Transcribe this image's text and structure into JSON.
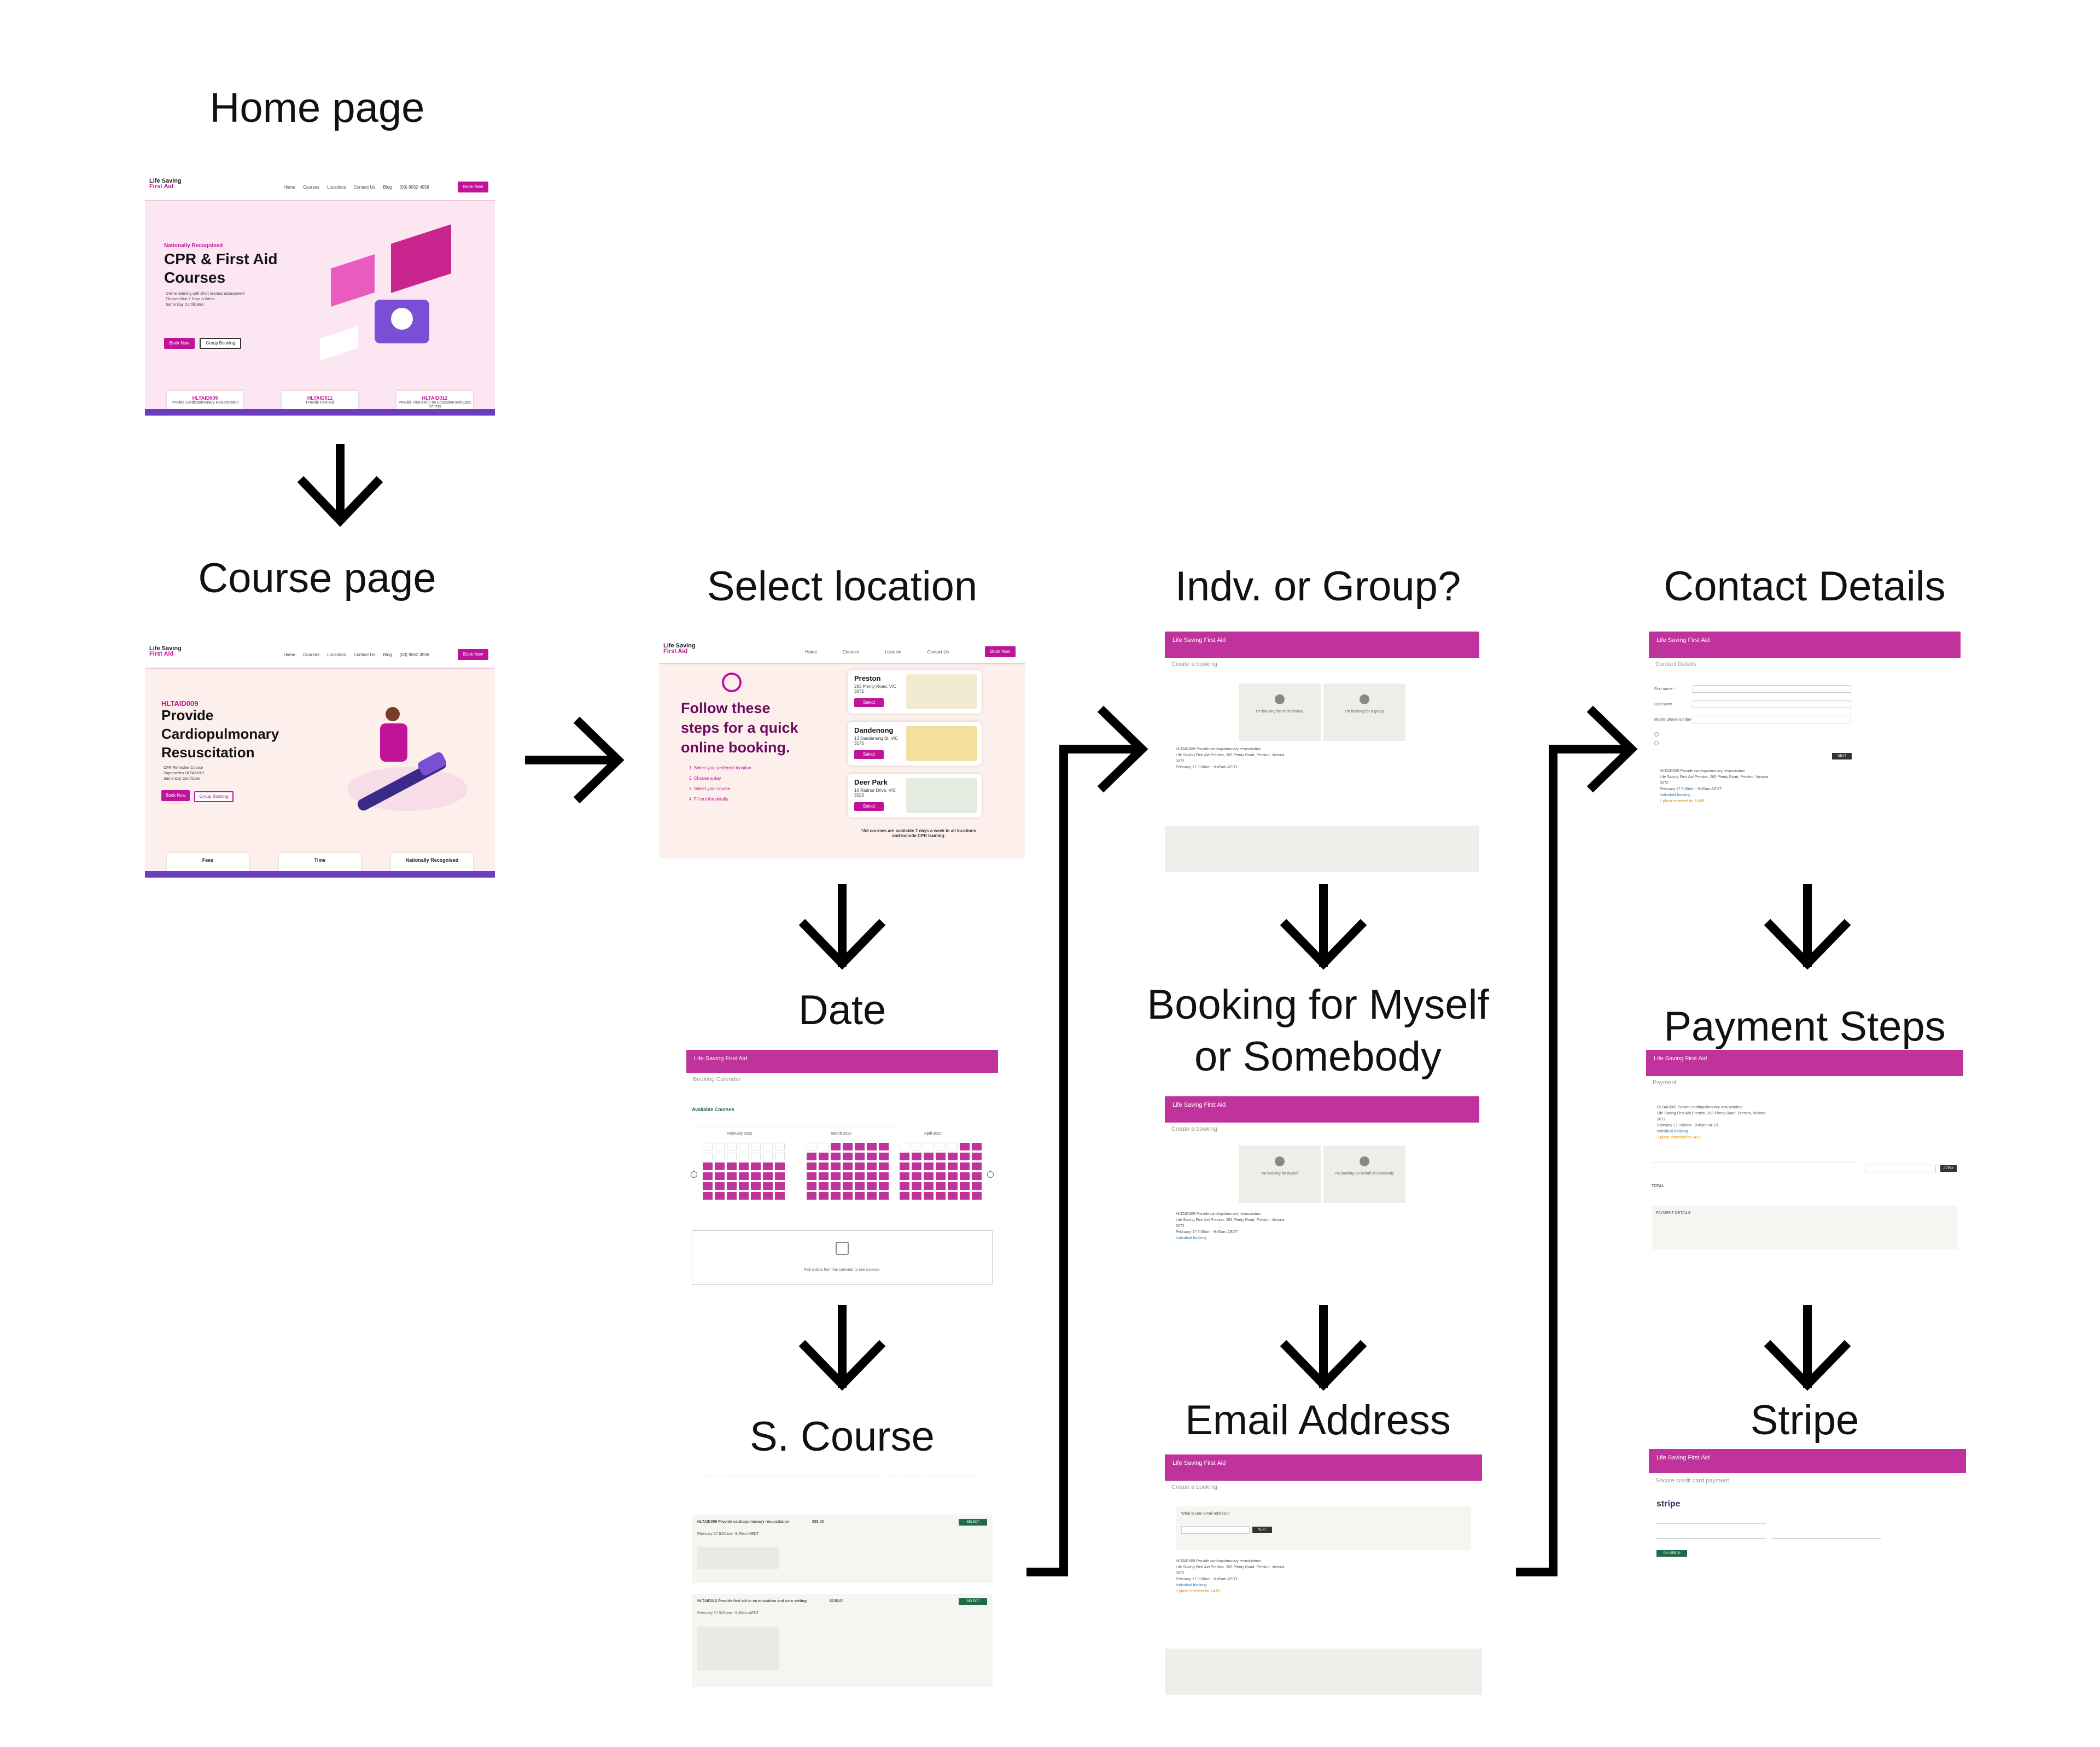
{
  "steps": {
    "home": {
      "label": "Home page"
    },
    "course": {
      "label": "Course page"
    },
    "select_location": {
      "label": "Select location"
    },
    "date": {
      "label": "Date"
    },
    "s_course": {
      "label": "S. Course"
    },
    "indv_group": {
      "label": "Indv. or Group?"
    },
    "myself_somebody": {
      "label_line1": "Booking for Myself",
      "label_line2": "or Somebody"
    },
    "email": {
      "label": "Email Address"
    },
    "contact": {
      "label": "Contact Details"
    },
    "payment": {
      "label": "Payment Steps"
    },
    "stripe": {
      "label": "Stripe"
    }
  },
  "site": {
    "logo_top": "Life Saving",
    "logo_bottom": "First Aid",
    "menu": [
      "Home",
      "Courses",
      "Locations",
      "Contact Us",
      "Blog"
    ],
    "phone": "(03) 9052 4558",
    "book_now": "Book Now",
    "group_booking": "Group Booking",
    "booking_site_header": "Life Saving First Aid"
  },
  "home_page": {
    "eyebrow": "Nationally Recognised",
    "title_line1": "CPR & First Aid",
    "title_line2": "Courses",
    "bullets": [
      "Online learning with short in-class assessment",
      "Classes Run 7 Days a Week",
      "Same Day Certificates"
    ],
    "cards": [
      {
        "code": "HLTAID009",
        "name": "Provide Cardiopulmonary Resuscitation"
      },
      {
        "code": "HLTAID011",
        "name": "Provide First Aid"
      },
      {
        "code": "HLTAID012",
        "name": "Provide First Aid in an Education and Care Setting"
      }
    ]
  },
  "course_page": {
    "code": "HLTAID009",
    "title_line1": "Provide",
    "title_line2": "Cardiopulmonary",
    "title_line3": "Resuscitation",
    "bullets": [
      "CPR Refresher Course",
      "Supersedes HLTAID001",
      "Same Day Certificate"
    ],
    "cards": [
      "Fees",
      "Time",
      "Nationally Recognised"
    ]
  },
  "location_page": {
    "menu": [
      "Home",
      "Courses",
      "Location",
      "Contact Us"
    ],
    "heading_line1": "Follow these",
    "heading_line2": "steps for a quick",
    "heading_line3": "online booking.",
    "steps": [
      "1. Select your preferred location",
      "2. Choose a day",
      "3. Select your course",
      "4. Fill out the details"
    ],
    "locations": [
      {
        "name": "Preston",
        "addr": "283 Plenty Road, VIC 3072"
      },
      {
        "name": "Dandenong",
        "addr": "13 Dandenong St, VIC 3175"
      },
      {
        "name": "Deer Park",
        "addr": "16 Radnor Drive, VIC 3023"
      }
    ],
    "select": "Select",
    "footnote": "*All courses are available 7 days a week in all locations and include CPR training."
  },
  "date_page": {
    "sub": "Booking Calendar",
    "available": "Available Courses",
    "months": [
      "February 2022",
      "March 2022",
      "April 2022"
    ],
    "empty_hint": "Pick a date from the calendar to see courses."
  },
  "s_course_page": {
    "items": [
      {
        "title": "HLTAID009 Provide cardiopulmonary resuscitation",
        "price": "$55.00"
      },
      {
        "title": "HLTAID012 Provide first aid in an education and care setting",
        "price": "$135.00"
      }
    ],
    "select": "SELECT"
  },
  "indv_page": {
    "sub": "Create a booking",
    "opt1": "I'm booking for an individual",
    "opt2": "I'm booking for a group"
  },
  "myself_page": {
    "sub": "Create a booking",
    "opt1": "I'm booking for myself",
    "opt2": "I'm booking on behalf of somebody"
  },
  "email_page": {
    "sub": "Create a booking",
    "question": "What is your email address?",
    "next": "NEXT"
  },
  "contact_page": {
    "sub": "Contact Details",
    "fields": [
      "First name *",
      "Last name",
      "Mobile phone number *"
    ],
    "next": "NEXT"
  },
  "payment_page": {
    "sub": "Payment",
    "payment_details": "PAYMENT DETAILS",
    "total_label": "TOTAL",
    "apply": "APPLY"
  },
  "stripe_page": {
    "sub": "Secure credit card payment",
    "brand": "stripe",
    "pay": "PAY $55.00"
  },
  "booking_summary": {
    "course": "HLTAID009 Provide cardiopulmonary resuscitation",
    "venue": "Life Saving First Aid Preston, 283 Plenty Road, Preston, Victoria 3072",
    "time": "February 17 9:00am - 9:45am AEDT",
    "type": "Individual booking",
    "warning": "1 place reserved for 14:59"
  }
}
